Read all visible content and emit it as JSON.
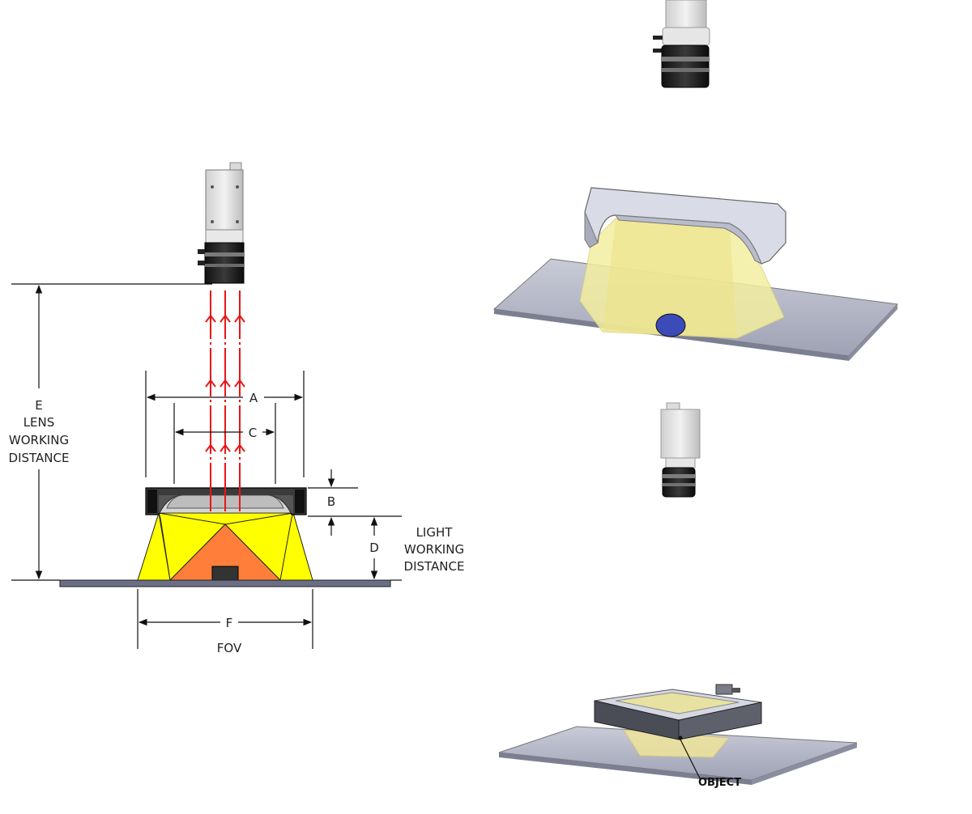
{
  "dimensions": {
    "a": "A",
    "b": "B",
    "c": "C",
    "d": "D",
    "e": "E",
    "f": "F"
  },
  "captions": {
    "lens_line1": "LENS",
    "lens_line2": "WORKING",
    "lens_line3": "DISTANCE",
    "light_line1": "LIGHT",
    "light_line2": "WORKING",
    "light_line3": "DISTANCE",
    "fov": "FOV",
    "object": "OBJECT"
  },
  "colors": {
    "light_cone": "#ffff00",
    "overlap": "#ff7f3a",
    "rays": "#e81616",
    "translucent_light": "#f3efa0"
  }
}
